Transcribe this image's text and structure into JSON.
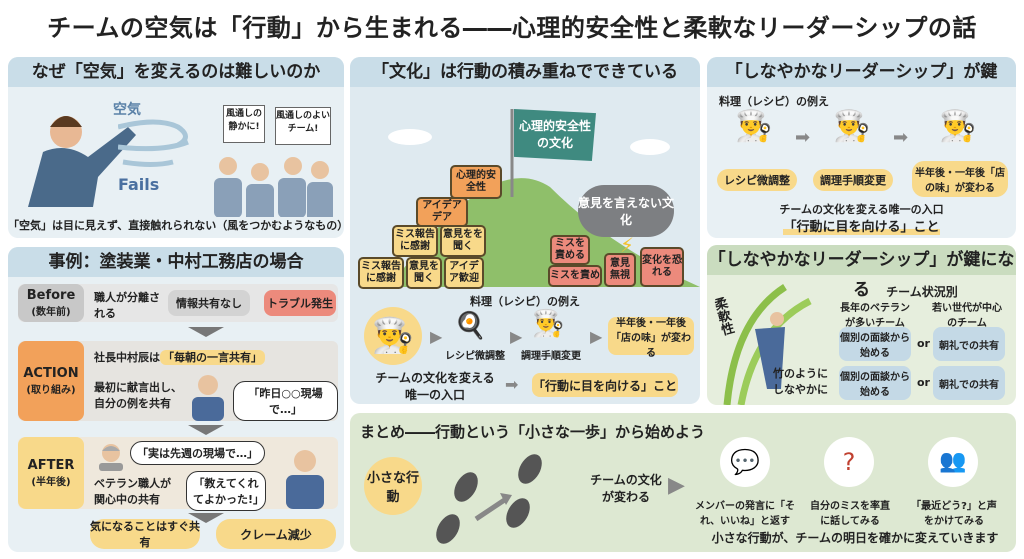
{
  "title": "チームの空気は「行動」から生まれる――心理的安全性と柔軟なリーダーシップの話",
  "panel_why": {
    "heading": "なぜ「空気」を変えるのは難しいのか",
    "air_label": "空気",
    "fails_label": "Fails",
    "sign1": "風通しの静かに!",
    "sign2": "風通しのよいチーム!",
    "caption": "「空気」は目に見えず、直接触れられない（風をつかむようなもの）"
  },
  "panel_case": {
    "heading": "事例：塗装業・中村工務店の場合",
    "before": {
      "label": "Before",
      "sub": "(数年前)",
      "step1": "職人が分離される",
      "step2": "情報共有なし",
      "step3": "トラブル発生"
    },
    "action": {
      "label": "ACTION",
      "sub": "(取り組み)",
      "line1": "社長中村辰は",
      "highlight": "「毎朝の一言共有」",
      "line2": "最初に献言出し、自分の例を共有",
      "bubble": "「昨日○○現場で…」"
    },
    "after": {
      "label": "AFTER",
      "sub": "(半年後)",
      "bubble1": "「実は先週の現場で…」",
      "line": "ベテラン職人が関心中の共有",
      "bubble2": "「教えてくれてよかった!」"
    },
    "results": [
      "気になることはすぐ共有",
      "クレーム減少"
    ]
  },
  "panel_culture": {
    "heading": "「文化」は行動の積み重ねでできている",
    "flag": "心理的安全性の文化",
    "cloud": "意見を言えない文化",
    "good_blocks": [
      "心理的安全性",
      "アイデアデア",
      "ミス報告に感謝",
      "意見をを聞く",
      "ミス報告に感謝",
      "意見を聞く",
      "アイデア歓迎"
    ],
    "bad_blocks": [
      "ミスを責める",
      "ミスを責め",
      "意見無視",
      "変化を恐れる"
    ],
    "recipe_title": "料理（レシピ）の例え",
    "steps": [
      "レシピ微調整",
      "調理手順変更"
    ],
    "result": "半年後・一年後「店の味」が変わる",
    "entry": "チームの文化を変える唯一の入口",
    "entry_result": "「行動に目を向ける」こと"
  },
  "panel_key": {
    "heading": "「しなやかなリーダーシップ」が鍵",
    "recipe_title": "料理（レシピ）の例え",
    "steps": [
      "レシピ微調整",
      "調理手順変更",
      "半年後・一年後「店の味」が変わる"
    ],
    "entry": "チームの文化を変える唯一の入口",
    "entry_result": "「行動に目を向ける」こと"
  },
  "panel_flex": {
    "heading": "「しなやかなリーダーシップ」が鍵になる",
    "vertical": "柔軟性",
    "bamboo": "竹のようにしなやかに",
    "situation": "チーム状況別",
    "col1": "長年のベテランが多いチーム",
    "col2": "若い世代が中心のチーム",
    "or": "or",
    "rows": [
      [
        "個別の面談から始める",
        "朝礼での共有"
      ],
      [
        "個別の面談から始める",
        "朝礼での共有"
      ]
    ]
  },
  "panel_summary": {
    "heading": "まとめ――行動という「小さな一歩」から始めよう",
    "small_action": "小さな行動",
    "change": "チームの文化が変わる",
    "examples": [
      "メンバーの発言に「それ、いいね」と返す",
      "自分のミスを率直に話してみる",
      "「最近どう?」と声をかけてみる"
    ],
    "closing": "小さな行動が、チームの明日を確かに変えていきます"
  }
}
